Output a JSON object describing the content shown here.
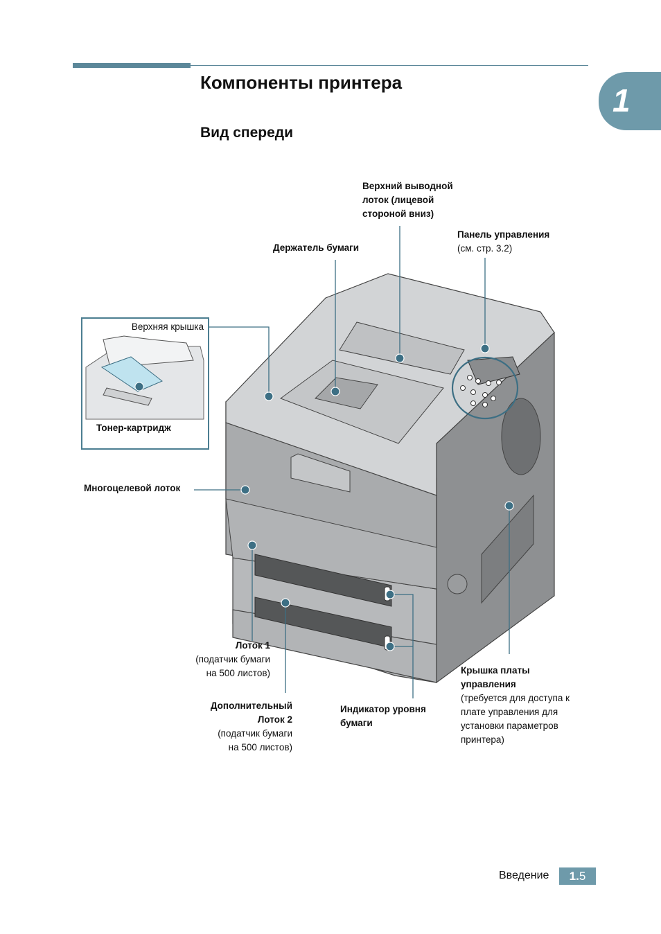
{
  "header": {
    "chapter_number": "1",
    "title": "Компоненты принтера",
    "subtitle": "Вид спереди"
  },
  "labels": {
    "top_output_tray": [
      "Верхний выводной",
      "лоток (лицевой",
      "стороной вниз)"
    ],
    "control_panel": {
      "name": "Панель управления",
      "note": "(см. стр. 3.2)"
    },
    "paper_support": "Держатель бумаги",
    "top_cover": "Верхняя крышка",
    "toner_cartridge": "Тонер-картридж",
    "multipurpose_tray": "Многоцелевой лоток",
    "tray1": {
      "name": "Лоток 1",
      "note": [
        "(податчик бумаги",
        "на 500 листов)"
      ]
    },
    "tray2": {
      "name": [
        "Дополнительный",
        "Лоток 2"
      ],
      "note": [
        "(податчик бумаги",
        "на 500 листов)"
      ]
    },
    "paper_level": [
      "Индикатор уровня",
      "бумаги"
    ],
    "control_board_cover": {
      "name": [
        "Крышка платы",
        "управления"
      ],
      "note": [
        "(требуется для доступа к",
        "плате управления для",
        "установки параметров",
        "принтера)"
      ]
    }
  },
  "footer": {
    "section": "Введение",
    "chapter": "1.",
    "page": "5"
  },
  "colors": {
    "accent": "#5b8799",
    "tab": "#6e9aaa",
    "callout_dot": "#3d6f84"
  }
}
